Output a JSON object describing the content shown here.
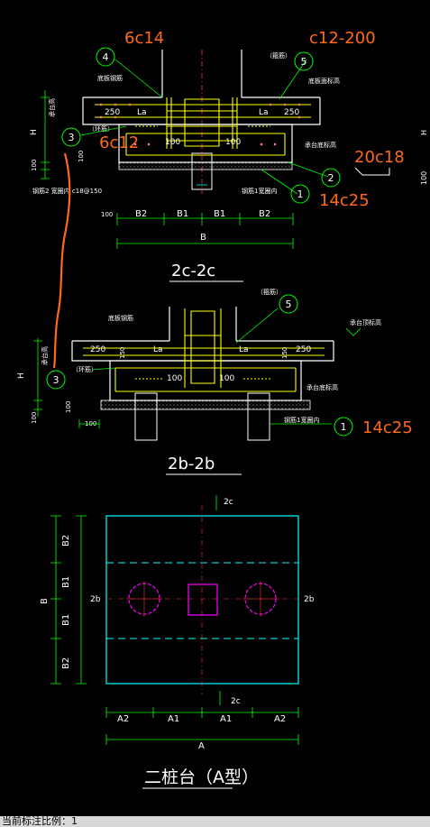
{
  "colors": {
    "background": "#000000",
    "outline": "#ffffff",
    "dimension": "#00ff00",
    "rebar": "#ffff00",
    "edge": "#00ffff",
    "pile_mark": "#ff00ff",
    "callout": "#00ff00",
    "annotation": "#ff6a1a"
  },
  "annotations": {
    "rebar_6c14": "6c14",
    "rebar_c12_200": "c12-200",
    "rebar_6c12": "6c12",
    "rebar_20c18": "20c18",
    "rebar_14c25_top": "14c25",
    "rebar_14c25_bottom": "14c25"
  },
  "section_2c": {
    "title": "2c-2c",
    "bubbles": [
      "4",
      "5",
      "3",
      "2",
      "1"
    ],
    "labels": {
      "bottom_steel": "底板钢筋",
      "stirrup": "（箍筋）",
      "base_top_elev": "底板面标高",
      "ring_bar": "（环筋）",
      "cap_bottom_elev": "承台底标高",
      "cap_height": "承台高",
      "bar2_note": "钢筋2 宽圈内 c18@150",
      "bar1_note": "钢筋1宽圈内"
    },
    "dims": {
      "h": "H",
      "d250_left": "250",
      "d250_right": "250",
      "la_left": "La",
      "la_right": "La",
      "d100_left": "100",
      "d100_right": "100",
      "d100_side_a": "100",
      "d100_side_b": "100",
      "d100_base": "100",
      "b2_left": "B2",
      "b1_left": "B1",
      "b1_right": "B1",
      "b2_right": "B2",
      "b_total": "B"
    }
  },
  "section_2b": {
    "title": "2b-2b",
    "bubbles": [
      "5",
      "3",
      "1"
    ],
    "labels": {
      "bottom_steel": "底板钢筋",
      "stirrup": "（箍筋）",
      "cap_top_elev": "承台顶标高",
      "cap_height": "承台高",
      "ring_bar": "（环筋）",
      "cap_bottom_elev": "承台底标高",
      "bar1_note": "钢筋1宽圈内"
    },
    "dims": {
      "h": "H",
      "d250_left": "250",
      "d250_right": "250",
      "la_left": "La",
      "la_right": "La",
      "d150_left": "150",
      "d150_right": "150",
      "d100_left": "100",
      "d100_right": "100",
      "d100_side_a": "100",
      "d100_side_b": "100",
      "d100_base": "100"
    }
  },
  "plan": {
    "title": "二桩台（A型）",
    "section_marks": {
      "top": "2c",
      "bottom": "2c",
      "left": "2b",
      "right": "2b"
    },
    "dims": {
      "b2_top": "B2",
      "b1_top": "B1",
      "b1_bottom": "B1",
      "b2_bottom": "B2",
      "b_total": "B",
      "a2_left": "A2",
      "a1_left": "A1",
      "a1_right": "A1",
      "a2_right": "A2",
      "a_total": "A"
    }
  },
  "edge_marks": {
    "right_h": "H",
    "right_100": "100"
  },
  "status_bar": {
    "text": "当前标注比例：1"
  }
}
